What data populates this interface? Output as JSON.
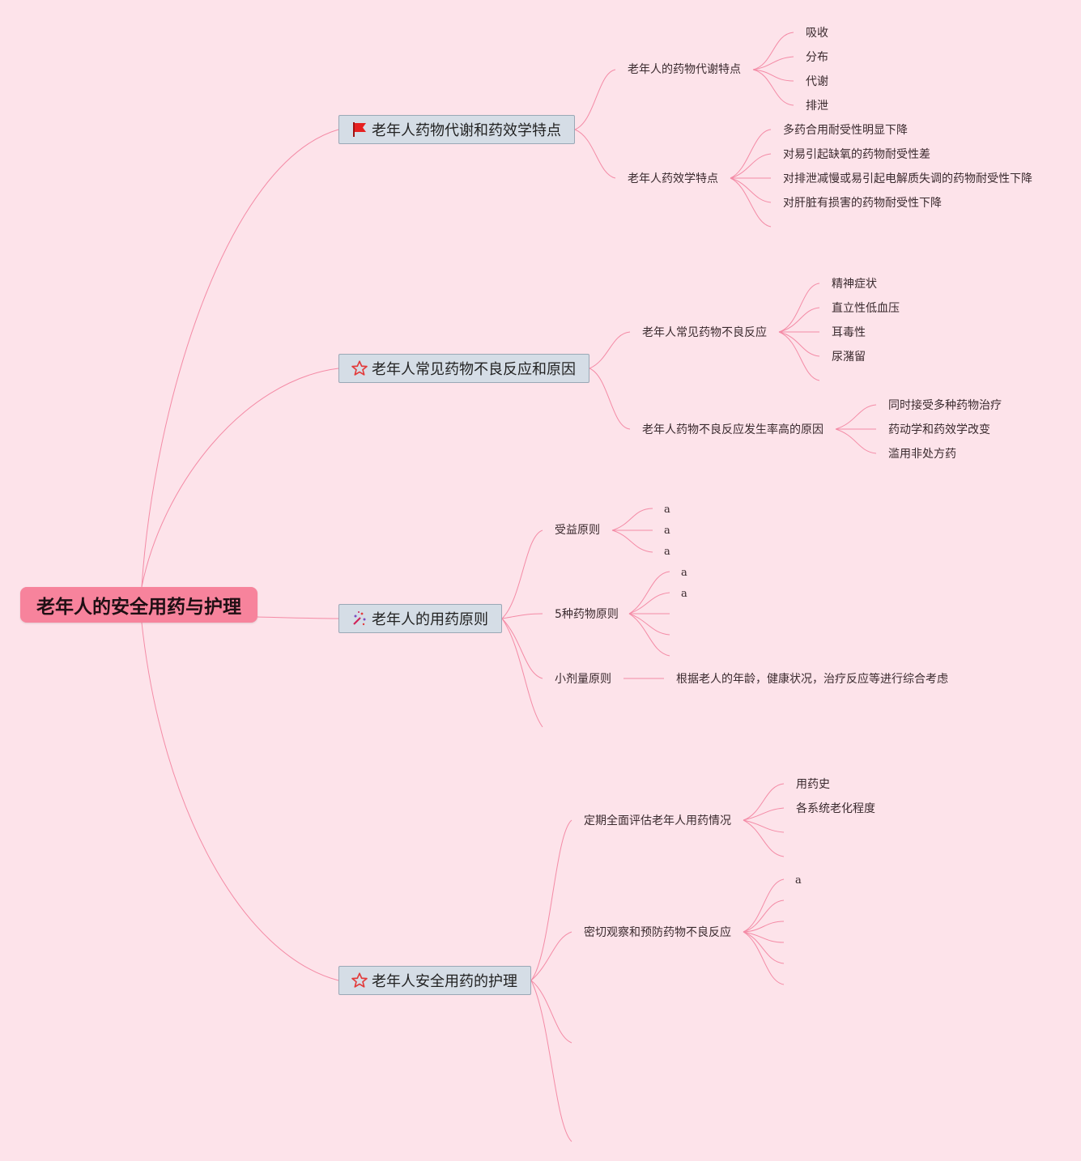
{
  "root": {
    "title": "老年人的安全用药与护理"
  },
  "branches": [
    {
      "title": "老年人药物代谢和药效学特点",
      "icon": "red-flag-icon",
      "children": [
        {
          "title": "老年人的药物代谢特点",
          "items": [
            "吸收",
            "分布",
            "代谢",
            "排泄"
          ]
        },
        {
          "title": "老年人药效学特点",
          "items": [
            "多药合用耐受性明显下降",
            "对易引起缺氧的药物耐受性差",
            "对排泄减慢或易引起电解质失调的药物耐受性下降",
            "对肝脏有损害的药物耐受性下降"
          ]
        }
      ]
    },
    {
      "title": "老年人常见药物不良反应和原因",
      "icon": "star-outline-icon",
      "children": [
        {
          "title": "老年人常见药物不良反应",
          "items": [
            "精神症状",
            "直立性低血压",
            "耳毒性",
            "尿潴留"
          ]
        },
        {
          "title": "老年人药物不良反应发生率高的原因",
          "items": [
            "同时接受多种药物治疗",
            "药动学和药效学改变",
            "滥用非处方药"
          ]
        }
      ]
    },
    {
      "title": "老年人的用药原则",
      "icon": "sparkle-wand-icon",
      "children": [
        {
          "title": "受益原则",
          "items": [
            "a",
            "a",
            "a"
          ]
        },
        {
          "title": "5种药物原则",
          "items": [
            "a",
            "a",
            "",
            "",
            ""
          ]
        },
        {
          "title": "小剂量原则",
          "items": [
            "根据老人的年龄，健康状况，治疗反应等进行综合考虑"
          ]
        }
      ]
    },
    {
      "title": "老年人安全用药的护理",
      "icon": "star-outline-icon",
      "children": [
        {
          "title": "定期全面评估老年人用药情况",
          "items": [
            "用药史",
            "各系统老化程度",
            ""
          ]
        },
        {
          "title": "密切观察和预防药物不良反应",
          "items": [
            "a",
            "",
            "",
            "",
            ""
          ]
        }
      ]
    }
  ],
  "colors": {
    "background": "#fde3ea",
    "link": "#f48ba6",
    "root": "#f7839c",
    "branch_fill": "#d5dde6",
    "flag": "#e62020",
    "star": "#e23b3b"
  }
}
